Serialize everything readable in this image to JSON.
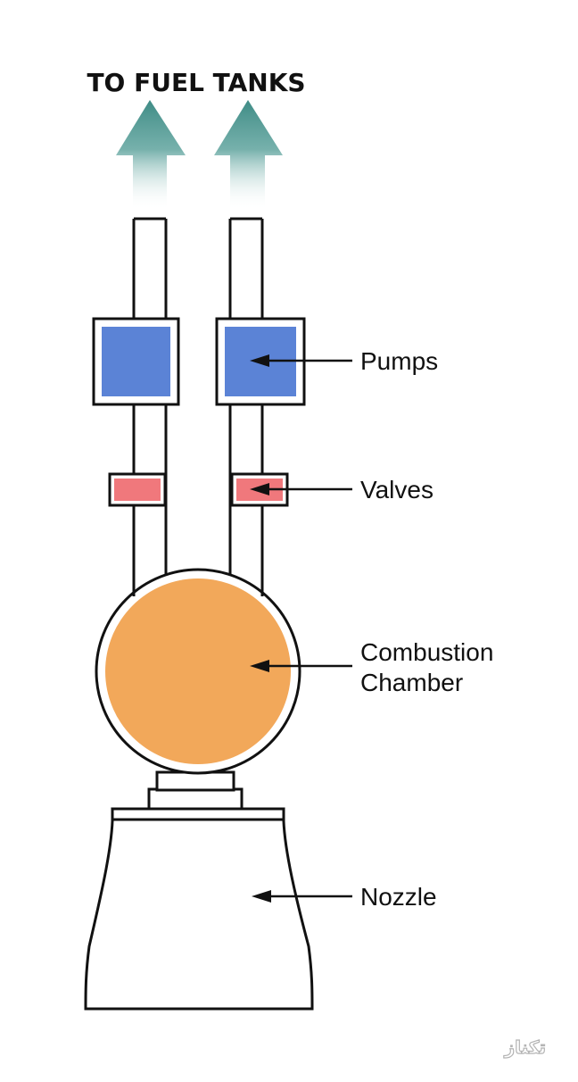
{
  "title": "TO FUEL TANKS",
  "labels": {
    "pumps": "Pumps",
    "valves": "Valves",
    "combustion_line1": "Combustion",
    "combustion_line2": "Chamber",
    "nozzle": "Nozzle"
  },
  "watermark": "تکناز",
  "colors": {
    "arrow_teal": "#3f8c86",
    "pump_blue": "#5b83d6",
    "valve_pink": "#f0787c",
    "chamber_orange": "#f2a85a",
    "outline": "#111111",
    "text": "#111111"
  }
}
